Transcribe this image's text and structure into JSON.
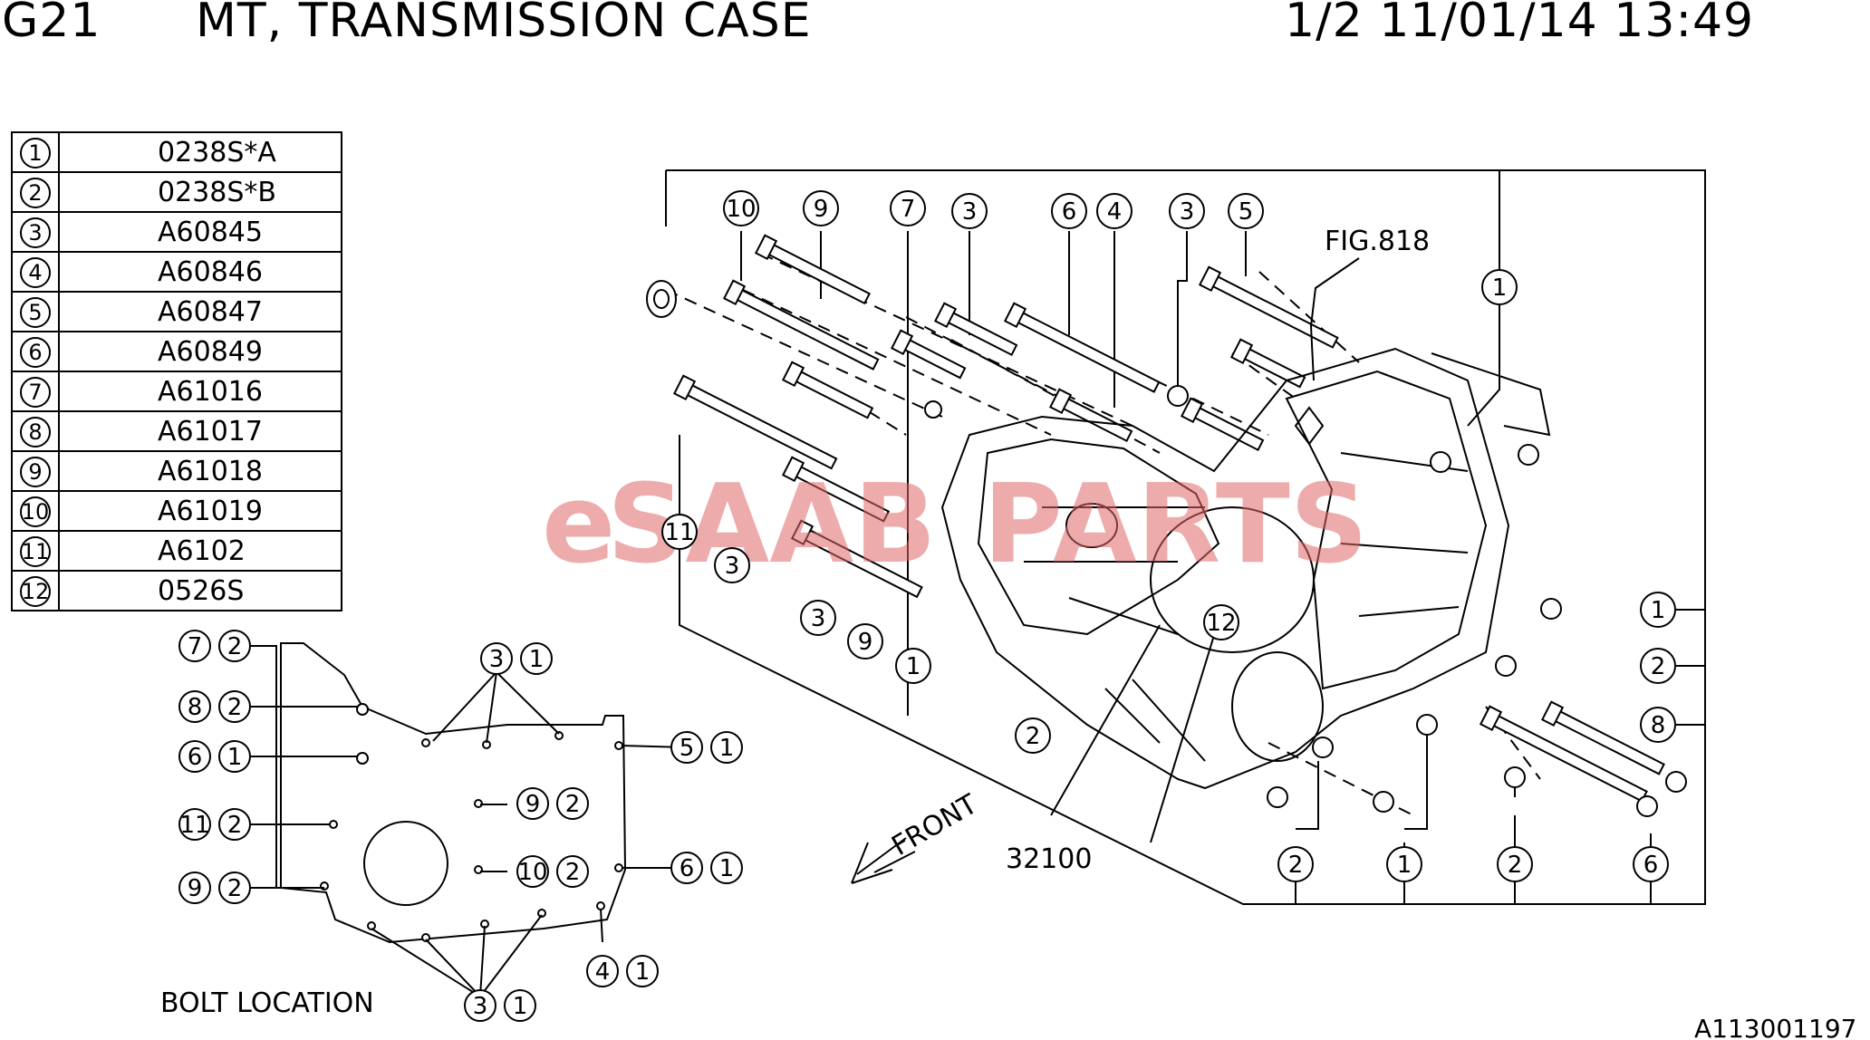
{
  "header": {
    "code": "G21",
    "title": "MT, TRANSMISSION CASE",
    "page_info": "1/2 11/01/14 13:49"
  },
  "legend": [
    {
      "num": "1",
      "part": "0238S*A"
    },
    {
      "num": "2",
      "part": "0238S*B"
    },
    {
      "num": "3",
      "part": "A60845"
    },
    {
      "num": "4",
      "part": "A60846"
    },
    {
      "num": "5",
      "part": "A60847"
    },
    {
      "num": "6",
      "part": "A60849"
    },
    {
      "num": "7",
      "part": "A61016"
    },
    {
      "num": "8",
      "part": "A61017"
    },
    {
      "num": "9",
      "part": "A61018"
    },
    {
      "num": "10",
      "part": "A61019"
    },
    {
      "num": "11",
      "part": "A6102"
    },
    {
      "num": "12",
      "part": "0526S"
    }
  ],
  "labels": {
    "fig_ref": "FIG.818",
    "case_part": "32100",
    "front": "FRONT",
    "bolt_location": "BOLT LOCATION",
    "image_code": "A113001197"
  },
  "watermark": {
    "text_e": "e",
    "text_saab": "SAAB",
    "text_parts": "PARTS",
    "color": "#e06767"
  },
  "callouts": {
    "top": [
      "10",
      "9",
      "7",
      "3",
      "6",
      "4",
      "3",
      "5",
      "1"
    ],
    "left": [
      "11",
      "3",
      "3",
      "9",
      "1",
      "2",
      "12"
    ],
    "right": [
      "1",
      "2",
      "8"
    ],
    "bottom": [
      "2",
      "1",
      "2",
      "6"
    ],
    "bolt_location": [
      [
        "7",
        "2"
      ],
      [
        "8",
        "2"
      ],
      [
        "6",
        "1"
      ],
      [
        "11",
        "2"
      ],
      [
        "9",
        "2"
      ],
      [
        "3",
        "1"
      ],
      [
        "5",
        "1"
      ],
      [
        "9",
        "2"
      ],
      [
        "10",
        "2"
      ],
      [
        "6",
        "1"
      ],
      [
        "4",
        "1"
      ],
      [
        "3",
        "1"
      ]
    ]
  }
}
